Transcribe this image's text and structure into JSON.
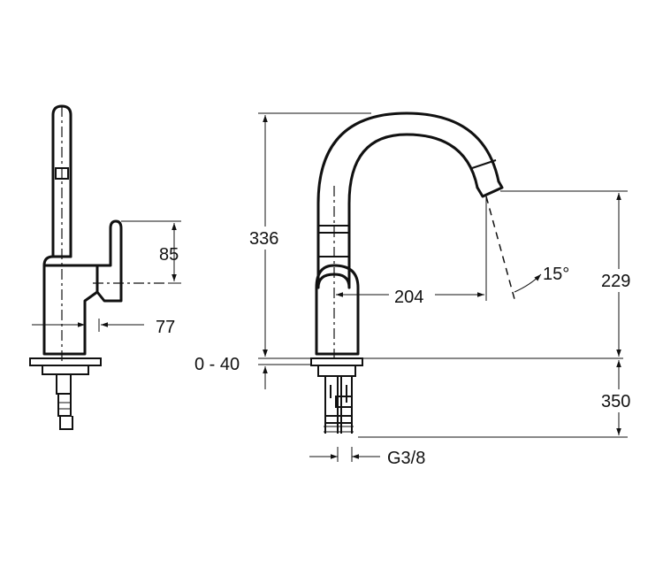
{
  "dimensions": {
    "side_handle_height": "85",
    "side_offset": "77",
    "total_height": "336",
    "counter_thickness": "0 - 40",
    "spout_reach": "204",
    "spout_angle": "15°",
    "spout_height": "229",
    "hose_length": "350",
    "connection_thread": "G3/8"
  }
}
